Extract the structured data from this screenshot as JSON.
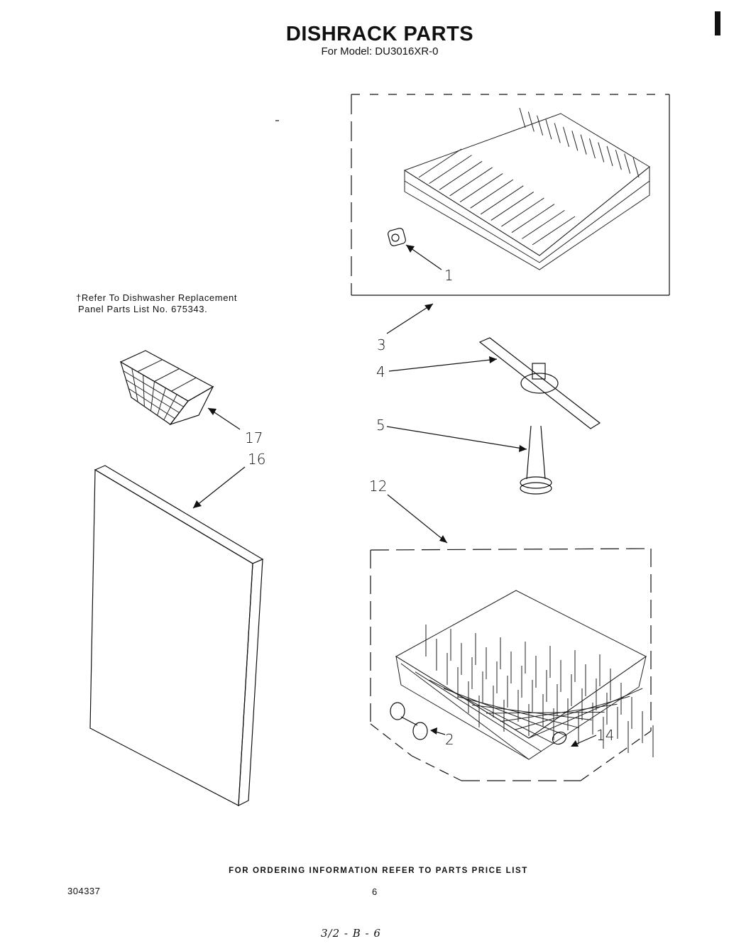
{
  "header": {
    "title": "DISHRACK PARTS",
    "subtitle": "For Model: DU3016XR-0"
  },
  "note": {
    "line1": "†Refer To Dishwasher Replacement",
    "line2": "Panel Parts List No. 675343."
  },
  "callouts": {
    "p1": "1",
    "p2": "2",
    "p3": "3",
    "p4": "4",
    "p5": "5",
    "p12": "12",
    "p14": "14",
    "p16": "16",
    "p17": "17"
  },
  "footer": {
    "ordering": "FOR ORDERING INFORMATION REFER TO PARTS PRICE LIST",
    "doc_number": "304337",
    "page_number": "6",
    "handwritten": "3/2 - B - 6"
  }
}
